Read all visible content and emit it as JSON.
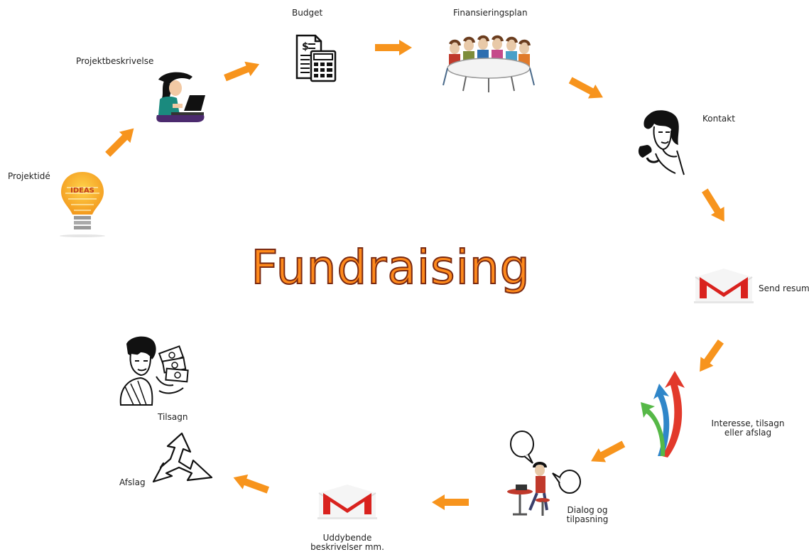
{
  "title": "Fundraising",
  "colors": {
    "arrow": "#f7941d",
    "title_fill": "#ff8a1c",
    "title_outline": "#7a2a12"
  },
  "steps": {
    "projektide": "Projektidé",
    "projektbeskrivelse": "Projektbeskrivelse",
    "budget": "Budget",
    "finansieringsplan": "Finansieringsplan",
    "kontakt": "Kontakt",
    "send_resume": "Send resumé",
    "interesse_line1": "Interesse, tilsagn",
    "interesse_line2": "eller afslag",
    "dialog_line1": "Dialog og",
    "dialog_line2": "tilpasning",
    "uddybende_line1": "Uddybende",
    "uddybende_line2": "beskrivelser mm.",
    "tilsagn": "Tilsagn",
    "afslag": "Afslag"
  },
  "icons": {
    "lightbulb_word": "IDEAS",
    "projektide": "lightbulb-icon",
    "projektbeskrivelse": "woman-laptop-icon",
    "budget": "calculator-document-icon",
    "finansieringsplan": "meeting-table-icon",
    "kontakt": "telephone-woman-icon",
    "send_resume": "gmail-icon",
    "interesse": "three-arrows-icon",
    "dialog": "speech-bubble-person-icon",
    "uddybende": "gmail-icon",
    "tilsagn": "woman-money-icon",
    "afslag": "split-arrow-icon"
  }
}
